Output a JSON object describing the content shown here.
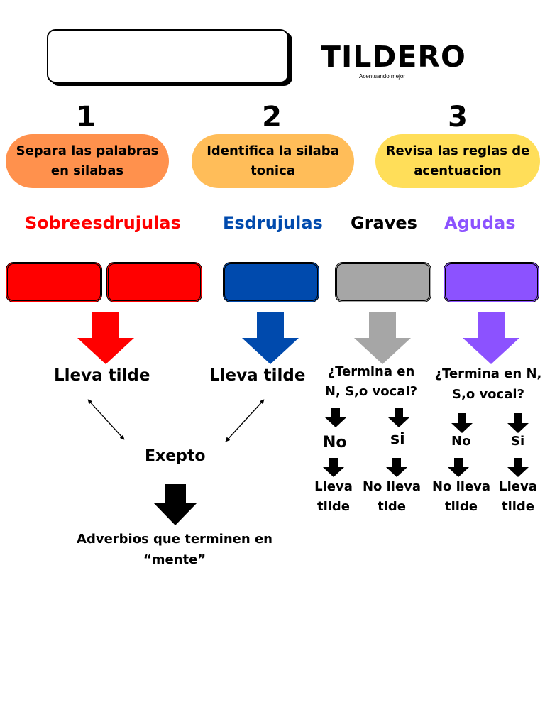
{
  "header": {
    "title": "TILDERO",
    "subtitle": "Acentuando mejor"
  },
  "steps": [
    {
      "number": "1",
      "text": "Separa las palabras en silabas",
      "color": "#ff914d"
    },
    {
      "number": "2",
      "text": "Identifica la silaba tonica",
      "color": "#ffbd59"
    },
    {
      "number": "3",
      "text": "Revisa las reglas de acentuacion",
      "color": "#ffde59"
    }
  ],
  "categories": [
    {
      "label": "Sobreesdrujulas",
      "color": "#ff0000"
    },
    {
      "label": "Esdrujulas",
      "color": "#004aad"
    },
    {
      "label": "Graves",
      "color": "#000000"
    },
    {
      "label": "Agudas",
      "color": "#8c52ff"
    }
  ],
  "box_colors": {
    "sobreesdrujulas": "#ff0000",
    "esdrujulas": "#004aad",
    "graves": "#a6a6a6",
    "agudas": "#8c52ff"
  },
  "results": {
    "sobreesdrujulas": "Lleva tilde",
    "esdrujulas": "Lleva tilde"
  },
  "exception": {
    "label": "Exepto",
    "text": "Adverbios que terminen en “mente”"
  },
  "graves": {
    "question": "¿Termina en N, S,o vocal?",
    "branch_no": "No",
    "branch_yes": "si",
    "result_no": "Lleva tilde",
    "result_yes": "No lleva tide"
  },
  "agudas": {
    "question": "¿Termina en N, S,o vocal?",
    "branch_no": "No",
    "branch_yes": "Si",
    "result_no": "No lleva tilde",
    "result_yes": "Lleva tilde"
  }
}
